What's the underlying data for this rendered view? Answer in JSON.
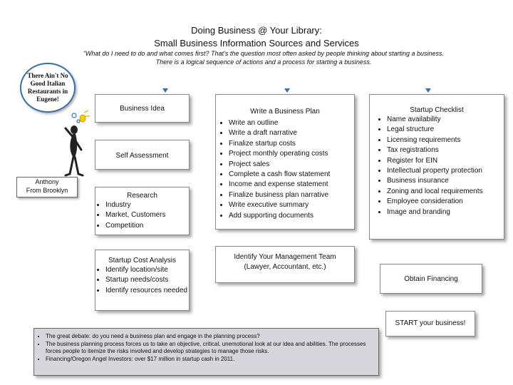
{
  "header": {
    "title_line1": "Doing Business @ Your Library:",
    "title_line2": "Small Business Information Sources and Services",
    "subtitle_line1": "“What do I need to do and what comes first? That’s the question most often asked by people thinking about starting a business.",
    "subtitle_line2": "There is a logical sequence of actions and a process for starting a business."
  },
  "bubble": {
    "text": "There Ain't No Good Italian Restaurants in Eugene!"
  },
  "person": {
    "label_line1": "Anthony",
    "label_line2": "From Brooklyn"
  },
  "boxes": {
    "business_idea": {
      "title": "Business Idea"
    },
    "self_assessment": {
      "title": "Self Assessment"
    },
    "research": {
      "title": "Research",
      "items": [
        "Industry",
        "Market, Customers",
        "Competition"
      ]
    },
    "startup_cost": {
      "title": "Startup Cost Analysis",
      "items": [
        "Identify location/site",
        "Startup needs/costs",
        "Identify resources needed"
      ]
    },
    "business_plan": {
      "title": "Write a Business Plan",
      "items": [
        "Write an outline",
        "Write a draft narrative",
        "Finalize startup costs",
        "Project monthly operating costs",
        "Project sales",
        "Complete a cash flow statement",
        "Income and expense statement",
        "Finalize business plan narrative",
        "Write executive summary",
        "Add supporting documents"
      ]
    },
    "management_team": {
      "title": "Identify Your Management Team",
      "subtitle": "(Lawyer, Accountant, etc.)"
    },
    "checklist": {
      "title": "Startup Checklist",
      "items": [
        "Name availability",
        "Legal structure",
        "Licensing requirements",
        "Tax registrations",
        "Register for EIN",
        "Intellectual property protection",
        "Business insurance",
        "Zoning and local requirements",
        "Employee consideration",
        "Image and branding"
      ]
    },
    "financing": {
      "title": "Obtain Financing"
    },
    "start": {
      "title": "START your business!"
    }
  },
  "notes": {
    "items": [
      "The great debate: do you need a business plan and engage in the planning process?",
      "The business planning process forces us to take an objective, critical, unemotional look at our idea and abilities. The processes forces people to itemize the risks involved and develop strategies to manage those risks.",
      "Financing/Oregon Angel Investors: over $17 million in startup cash in 2011."
    ]
  },
  "colors": {
    "accent": "#3a6fa8",
    "notes_bg": "#d6d6dc"
  }
}
